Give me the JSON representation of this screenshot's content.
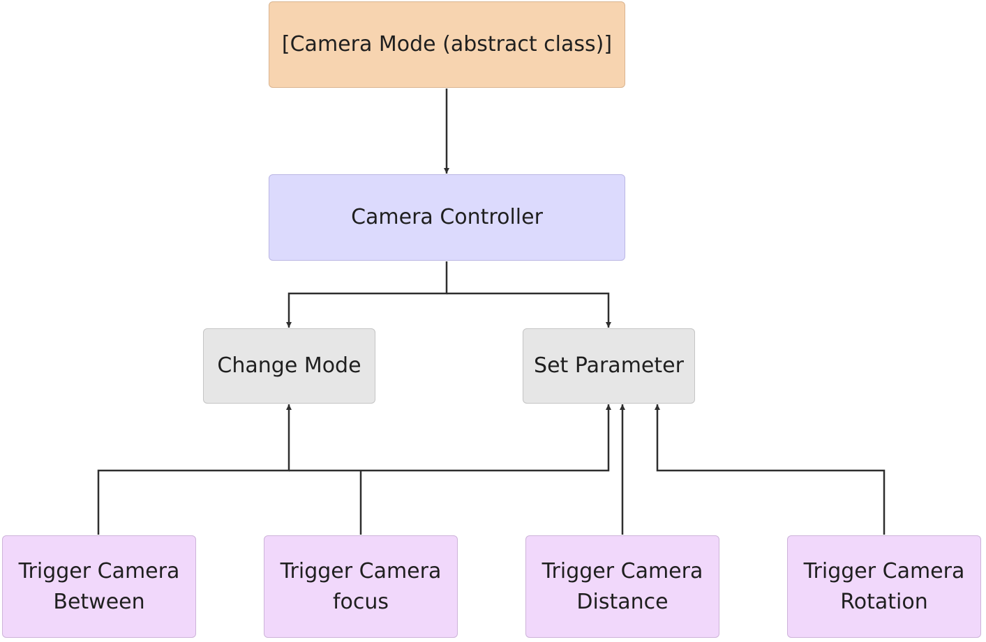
{
  "nodes": {
    "camera_mode": {
      "label": "[Camera Mode (abstract class)]"
    },
    "camera_controller": {
      "label": "Camera Controller"
    },
    "change_mode": {
      "label": "Change Mode"
    },
    "set_parameter": {
      "label": "Set Parameter"
    },
    "trigger_between": {
      "label": "Trigger Camera\nBetween"
    },
    "trigger_focus": {
      "label": "Trigger Camera\nfocus"
    },
    "trigger_distance": {
      "label": "Trigger Camera\nDistance"
    },
    "trigger_rotation": {
      "label": "Trigger Camera\nRotation"
    }
  },
  "edges": [
    {
      "from": "camera_mode",
      "to": "camera_controller"
    },
    {
      "from": "camera_controller",
      "to": "change_mode"
    },
    {
      "from": "camera_controller",
      "to": "set_parameter"
    },
    {
      "from": "trigger_between",
      "to": "change_mode"
    },
    {
      "from": "trigger_focus",
      "to": "set_parameter"
    },
    {
      "from": "trigger_distance",
      "to": "set_parameter"
    },
    {
      "from": "trigger_rotation",
      "to": "set_parameter"
    }
  ],
  "colors": {
    "abstract_fill": "#f7d4b0",
    "controller_fill": "#dcdafd",
    "action_fill": "#e6e6e6",
    "trigger_fill": "#f1d8fb",
    "edge": "#2e2e2e"
  }
}
